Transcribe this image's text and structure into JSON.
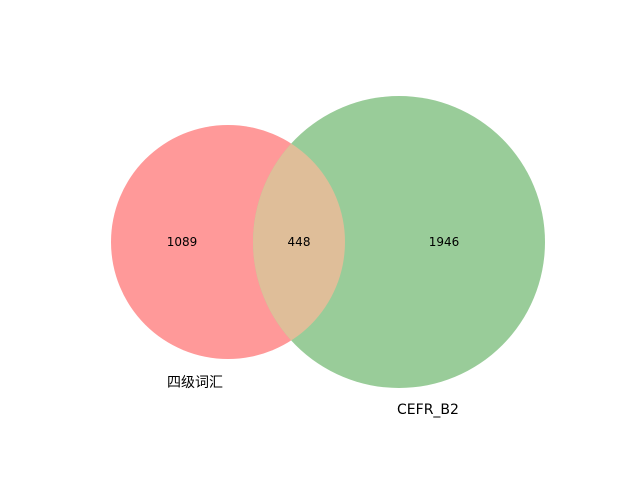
{
  "chart_data": {
    "type": "venn",
    "sets": [
      {
        "label": "四级词汇",
        "only_count": "1089",
        "color": "#ff9999"
      },
      {
        "label": "CEFR_B2",
        "only_count": "1946",
        "color": "#99cc99"
      }
    ],
    "intersection": {
      "count": "448",
      "color": "#dfbe99"
    }
  }
}
